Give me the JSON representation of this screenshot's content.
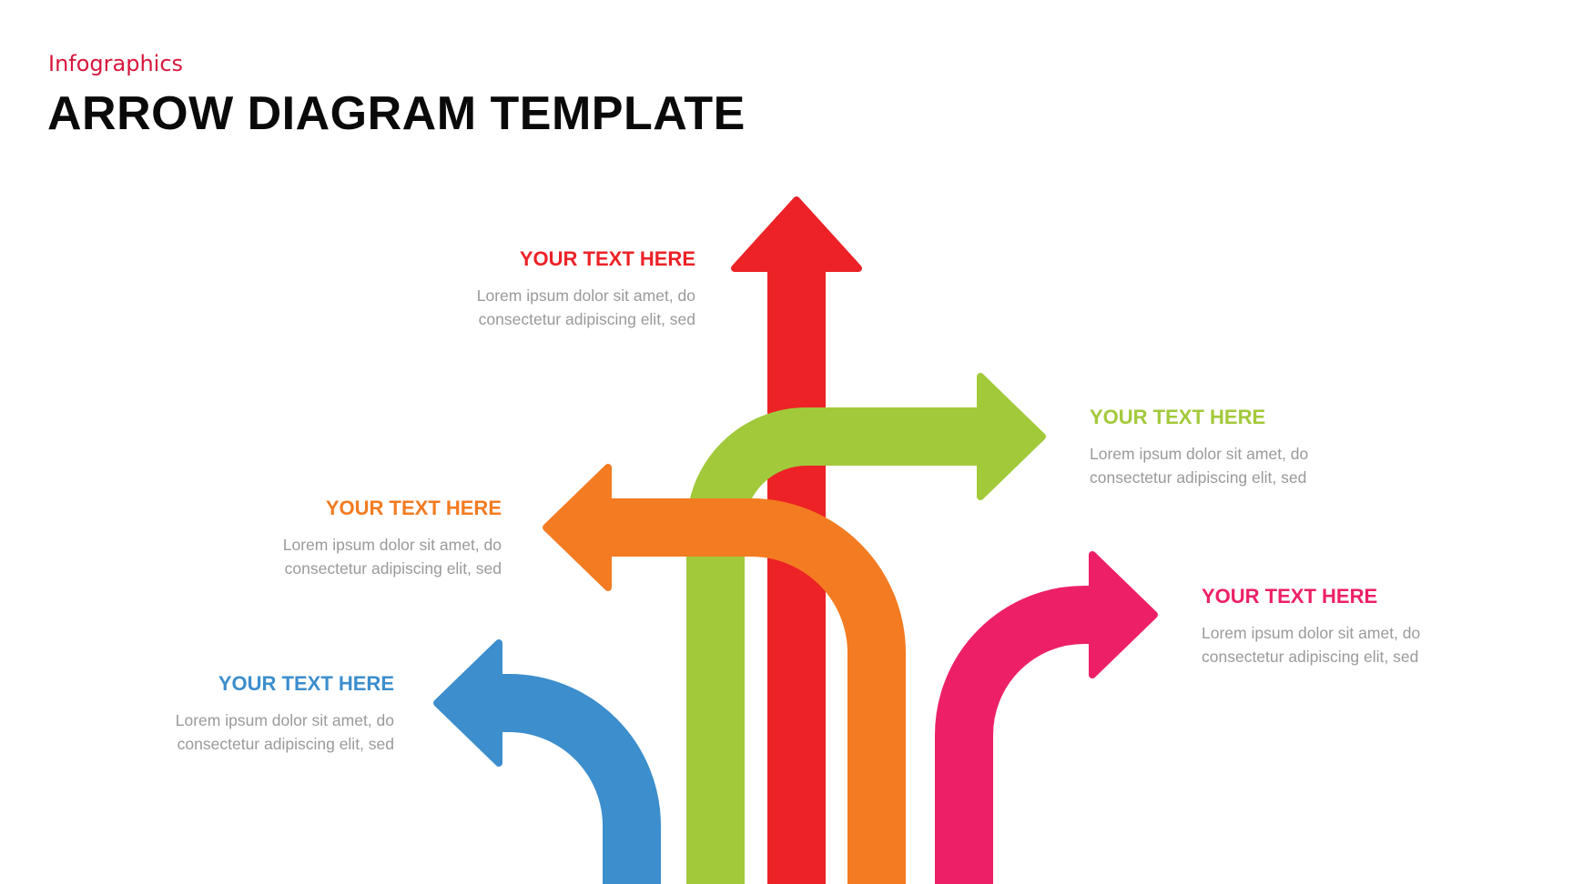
{
  "header": {
    "subtitle": "Infographics",
    "title": "ARROW DIAGRAM TEMPLATE"
  },
  "colors": {
    "red": "#ec2227",
    "green": "#a2c93a",
    "orange": "#f37b21",
    "blue": "#3c8ecd",
    "pink": "#ed2067",
    "body_text": "#9a9a9a",
    "subtitle": "#d8163c"
  },
  "items": [
    {
      "id": "red",
      "heading": "YOUR TEXT HERE",
      "body_line1": "Lorem ipsum dolor sit amet, do",
      "body_line2": "consectetur adipiscing elit, sed",
      "color": "#ec2227",
      "direction": "up"
    },
    {
      "id": "green",
      "heading": "YOUR TEXT HERE",
      "body_line1": "Lorem ipsum dolor sit amet, do",
      "body_line2": "consectetur adipiscing elit, sed",
      "color": "#a2c93a",
      "direction": "right"
    },
    {
      "id": "orange",
      "heading": "YOUR TEXT HERE",
      "body_line1": "Lorem ipsum dolor sit amet, do",
      "body_line2": "consectetur adipiscing elit, sed",
      "color": "#f37b21",
      "direction": "left"
    },
    {
      "id": "pink",
      "heading": "YOUR TEXT HERE",
      "body_line1": "Lorem ipsum dolor sit amet, do",
      "body_line2": "consectetur adipiscing elit, sed",
      "color": "#ed2067",
      "direction": "right"
    },
    {
      "id": "blue",
      "heading": "YOUR TEXT HERE",
      "body_line1": "Lorem ipsum dolor sit amet, do",
      "body_line2": "consectetur adipiscing elit, sed",
      "color": "#3c8ecd",
      "direction": "left"
    }
  ]
}
